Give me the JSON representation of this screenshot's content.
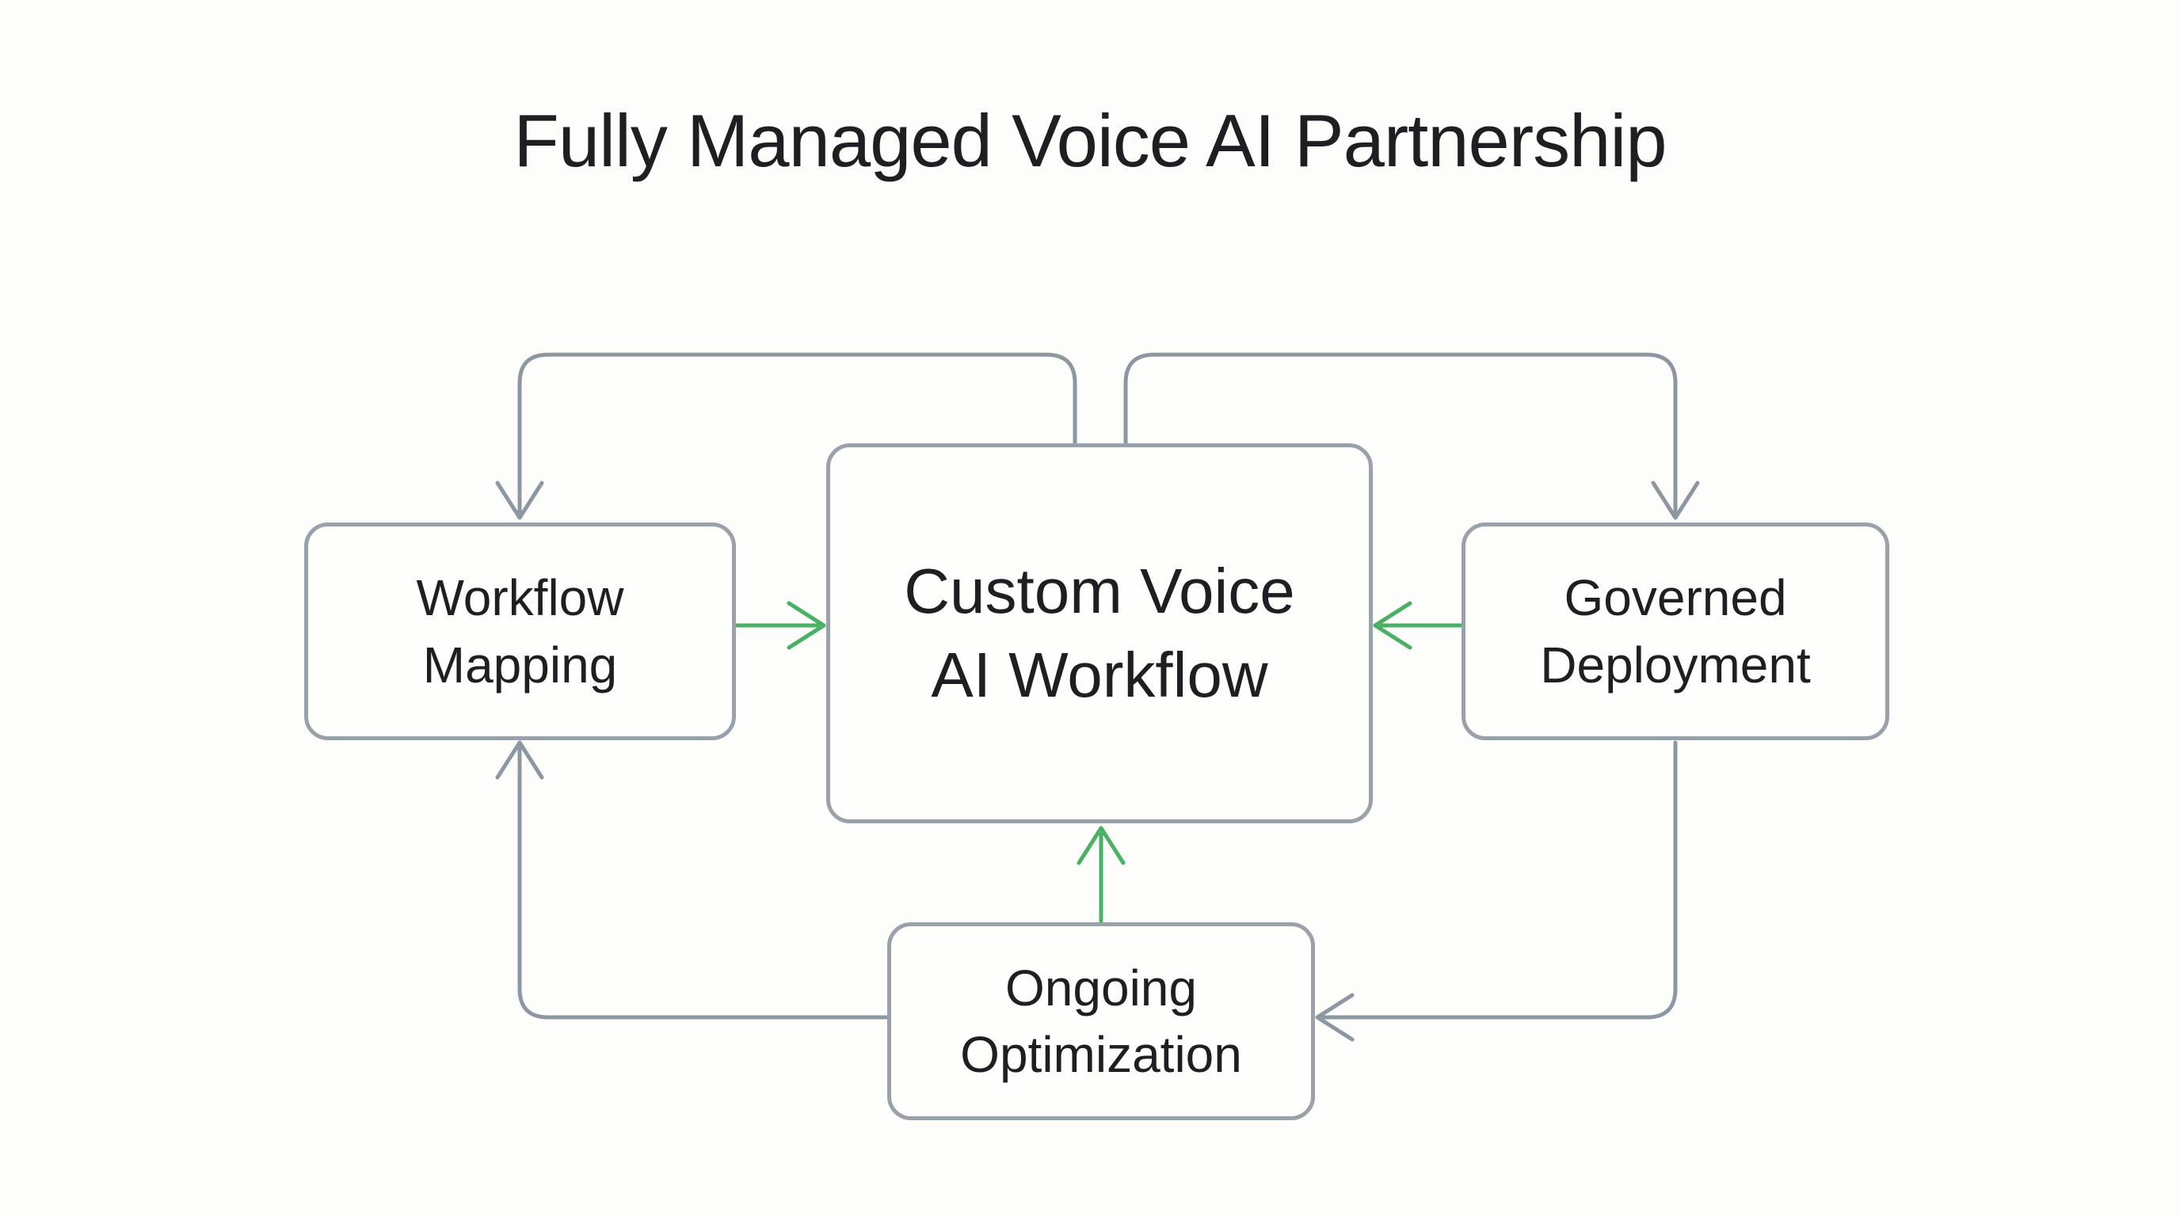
{
  "title": "Fully Managed Voice AI Partnership",
  "nodes": {
    "workflow_mapping": {
      "line1": "Workflow",
      "line2": "Mapping"
    },
    "custom_voice_ai_workflow": {
      "line1": "Custom Voice",
      "line2": "AI Workflow"
    },
    "governed_deployment": {
      "line1": "Governed",
      "line2": "Deployment"
    },
    "ongoing_optimization": {
      "line1": "Ongoing",
      "line2": "Optimization"
    }
  },
  "edges": [
    {
      "from": "custom_voice_ai_workflow",
      "to": "workflow_mapping",
      "color": "gray",
      "route": "loop over top-left, arrow down into top"
    },
    {
      "from": "custom_voice_ai_workflow",
      "to": "governed_deployment",
      "color": "gray",
      "route": "loop over top-right, arrow down into top"
    },
    {
      "from": "workflow_mapping",
      "to": "custom_voice_ai_workflow",
      "color": "green",
      "route": "straight right, arrow into left edge"
    },
    {
      "from": "governed_deployment",
      "to": "custom_voice_ai_workflow",
      "color": "green",
      "route": "straight left, arrow into right edge"
    },
    {
      "from": "ongoing_optimization",
      "to": "custom_voice_ai_workflow",
      "color": "green",
      "route": "straight up, arrow into bottom edge"
    },
    {
      "from": "ongoing_optimization",
      "to": "workflow_mapping",
      "color": "gray",
      "route": "left then up, arrow into bottom edge"
    },
    {
      "from": "governed_deployment",
      "to": "ongoing_optimization",
      "color": "gray",
      "route": "down then left, arrow into right edge"
    }
  ],
  "colors": {
    "background": "#fdfdfb",
    "text": "#1d1f22",
    "node_fill": "#fefefd",
    "node_border": "#99a1ab",
    "line_gray": "#8d97a1",
    "arrow_green": "#49b163"
  }
}
